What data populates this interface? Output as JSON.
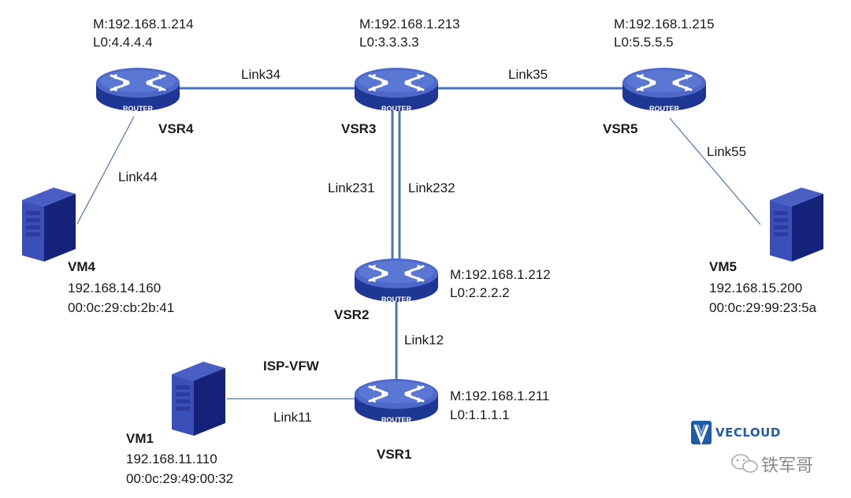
{
  "colors": {
    "link": "#4a74b8",
    "router_top": "#4d68c8",
    "router_side": "#1e3794",
    "server_front": "#3b4fb8",
    "server_side": "#14227a",
    "text": "#1a1a1a",
    "brand_blue": "#1f5ca8"
  },
  "routers": {
    "vsr4": {
      "name": "VSR4",
      "mgmt": "M:192.168.1.214",
      "loopback": "L0:4.4.4.4",
      "badge": "ROUTER"
    },
    "vsr3": {
      "name": "VSR3",
      "mgmt": "M:192.168.1.213",
      "loopback": "L0:3.3.3.3",
      "badge": "ROUTER"
    },
    "vsr5": {
      "name": "VSR5",
      "mgmt": "M:192.168.1.215",
      "loopback": "L0:5.5.5.5",
      "badge": "ROUTER"
    },
    "vsr2": {
      "name": "VSR2",
      "mgmt": "M:192.168.1.212",
      "loopback": "L0:2.2.2.2",
      "badge": "ROUTER"
    },
    "vsr1": {
      "name": "VSR1",
      "mgmt": "M:192.168.1.211",
      "loopback": "L0:1.1.1.1",
      "badge": "ROUTER"
    }
  },
  "vms": {
    "vm4": {
      "name": "VM4",
      "ip": "192.168.14.160",
      "mac": "00:0c:29:cb:2b:41"
    },
    "vm5": {
      "name": "VM5",
      "ip": "192.168.15.200",
      "mac": "00:0c:29:99:23:5a"
    },
    "vm1": {
      "name": "VM1",
      "ip": "192.168.11.110",
      "mac": "00:0c:29:49:00:32"
    }
  },
  "links": {
    "link34": "Link34",
    "link35": "Link35",
    "link44": "Link44",
    "link55": "Link55",
    "link231": "Link231",
    "link232": "Link232",
    "link12": "Link12",
    "link11": "Link11"
  },
  "isp_label": "ISP-VFW",
  "watermark": {
    "brand": "VECLOUD",
    "account": "铁军哥"
  }
}
